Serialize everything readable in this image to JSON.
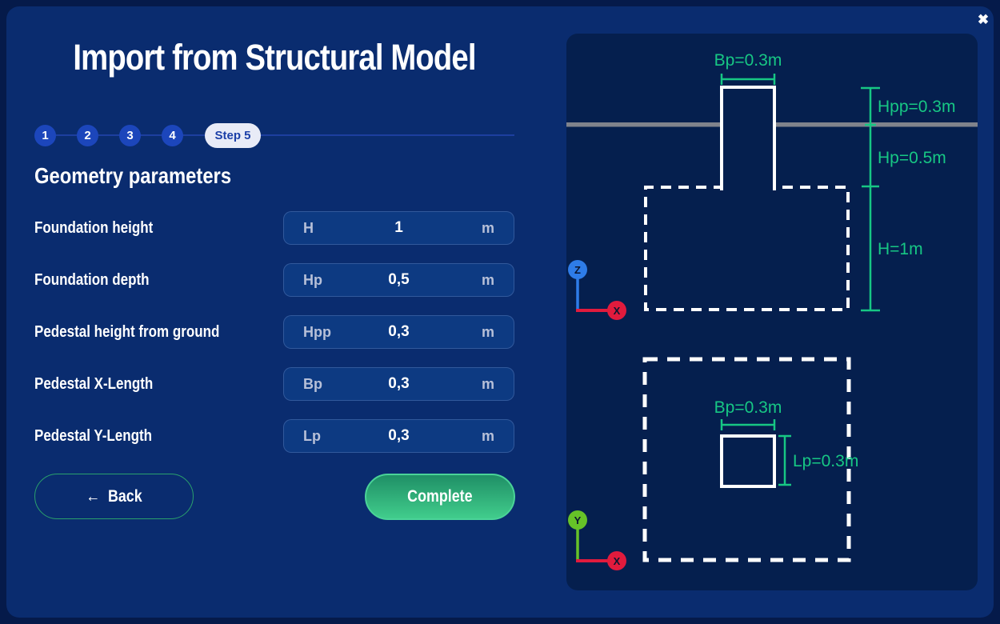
{
  "modal": {
    "title": "Import from Structural Model",
    "close_icon": "✖"
  },
  "stepper": {
    "steps": [
      "1",
      "2",
      "3",
      "4"
    ],
    "active_label": "Step 5"
  },
  "section_heading": "Geometry parameters",
  "form": {
    "rows": [
      {
        "label": "Foundation height",
        "symbol": "H",
        "value": "1",
        "unit": "m"
      },
      {
        "label": "Foundation depth",
        "symbol": "Hp",
        "value": "0,5",
        "unit": "m"
      },
      {
        "label": "Pedestal height from ground",
        "symbol": "Hpp",
        "value": "0,3",
        "unit": "m"
      },
      {
        "label": "Pedestal X-Length",
        "symbol": "Bp",
        "value": "0,3",
        "unit": "m"
      },
      {
        "label": "Pedestal Y-Length",
        "symbol": "Lp",
        "value": "0,3",
        "unit": "m"
      }
    ]
  },
  "actions": {
    "back_arrow": "←",
    "back": "Back",
    "complete": "Complete"
  },
  "diagram": {
    "elevation": {
      "bp_label": "Bp=0.3m",
      "hpp_label": "Hpp=0.3m",
      "hp_label": "Hp=0.5m",
      "h_label": "H=1m",
      "vertical_axis": "Z",
      "horizontal_axis": "X"
    },
    "plan": {
      "bp_label": "Bp=0.3m",
      "lp_label": "Lp=0.3m",
      "vertical_axis": "Y",
      "horizontal_axis": "X"
    }
  },
  "colors": {
    "modal_blue": "#0a2c6f",
    "panel_navy": "#051f4e",
    "field_blue": "#0d3a82",
    "step_blue": "#1c46bb",
    "accent_green": "#2aa06c",
    "dimension_green": "#17c784",
    "ground_gray": "#80838c",
    "axis_z_blue": "#2e7ce8",
    "axis_x_red": "#e11b3d",
    "axis_y_green": "#66c228"
  }
}
